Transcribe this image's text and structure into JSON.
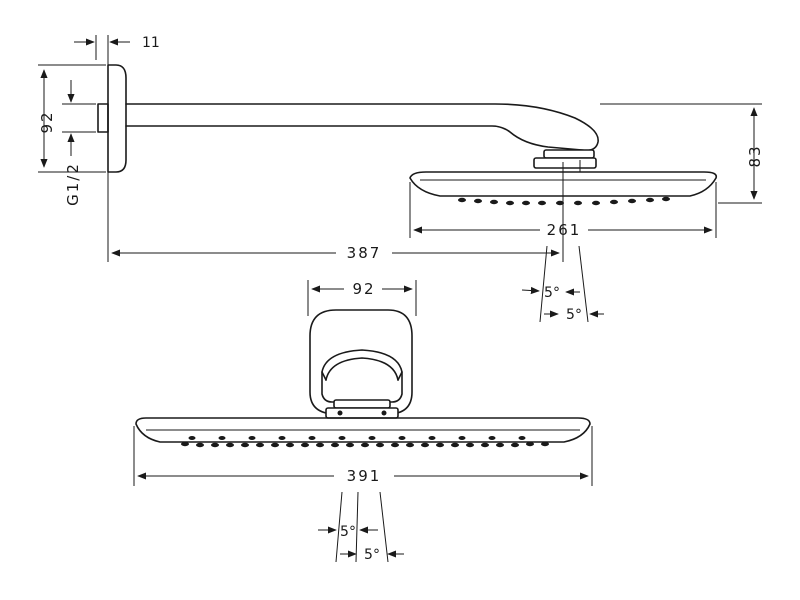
{
  "dimensions": {
    "wall_depth": "11",
    "flange_height": "92",
    "thread": "G1/2",
    "arm_length": "387",
    "height": "83",
    "head_width_side": "261",
    "head_width_front": "391",
    "base_width": "92",
    "tilt_angle_1": "5°",
    "tilt_angle_2": "5°",
    "tilt_angle_3": "5°",
    "tilt_angle_4": "5°"
  },
  "colors": {
    "line": "#1a1a1a",
    "background": "#ffffff"
  }
}
